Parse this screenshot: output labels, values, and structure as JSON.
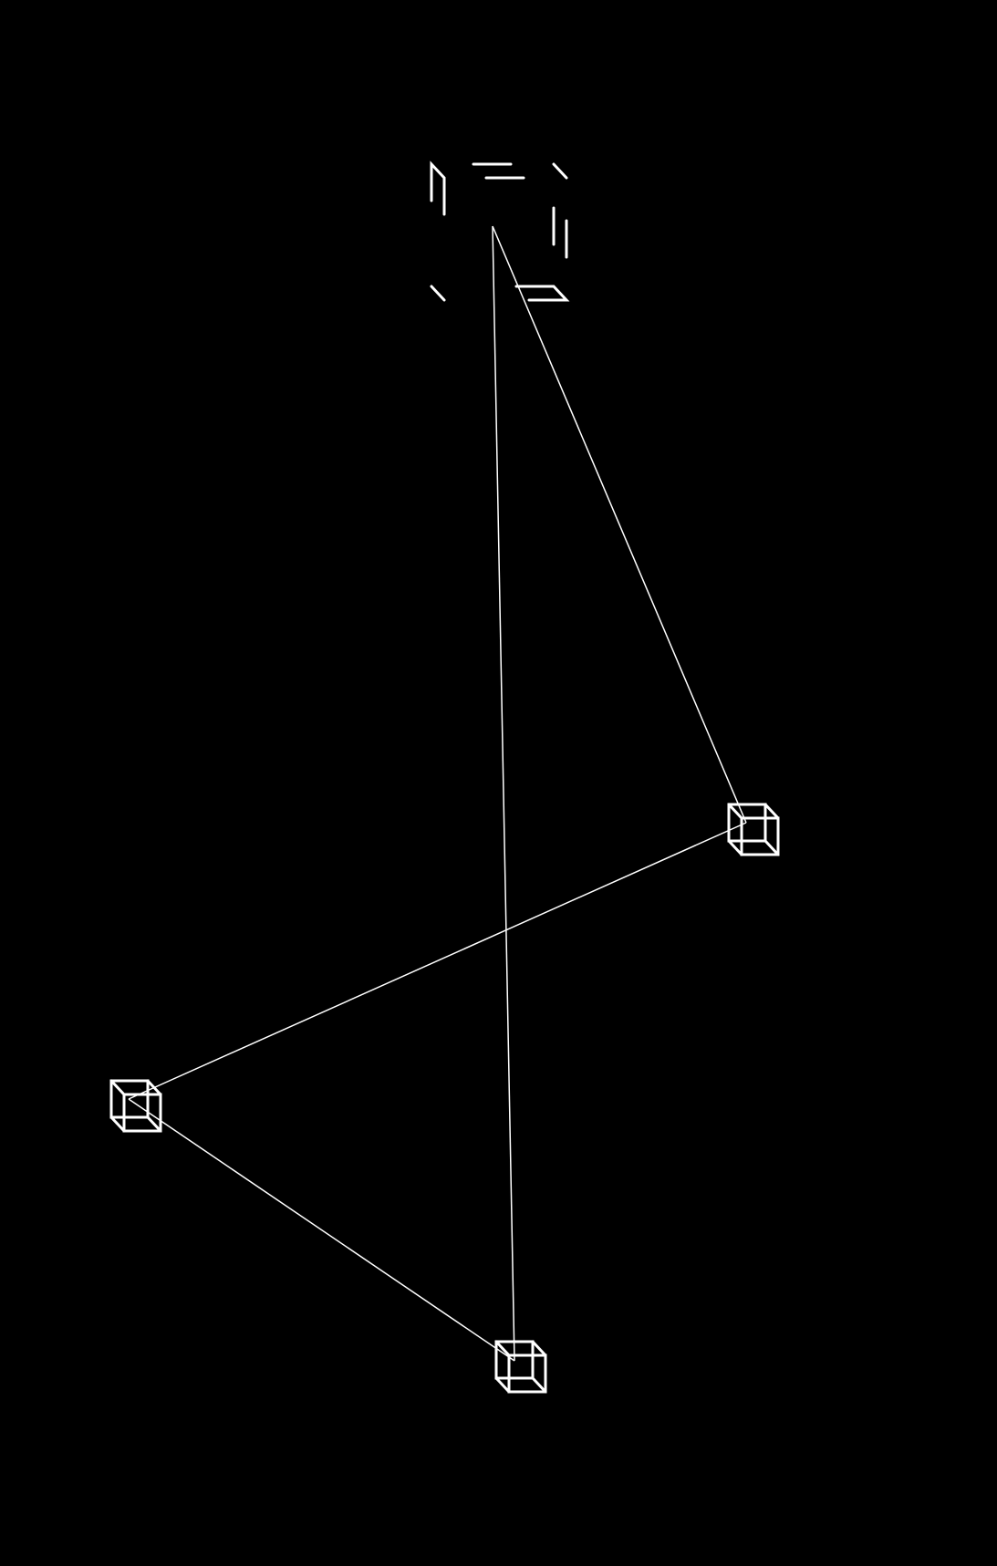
{
  "canvas": {
    "background": "#000000",
    "stroke_color": "#ffffff"
  },
  "nodes": [
    {
      "id": "hub",
      "icon": "broken-cube-icon"
    },
    {
      "id": "cube-right",
      "icon": "cube-icon"
    },
    {
      "id": "cube-left",
      "icon": "cube-icon"
    },
    {
      "id": "cube-bottom",
      "icon": "cube-icon"
    }
  ],
  "edges": [
    {
      "from": "hub",
      "to": "cube-right"
    },
    {
      "from": "hub",
      "to": "cube-bottom"
    },
    {
      "from": "cube-left",
      "to": "cube-right"
    },
    {
      "from": "cube-left",
      "to": "cube-bottom"
    }
  ]
}
